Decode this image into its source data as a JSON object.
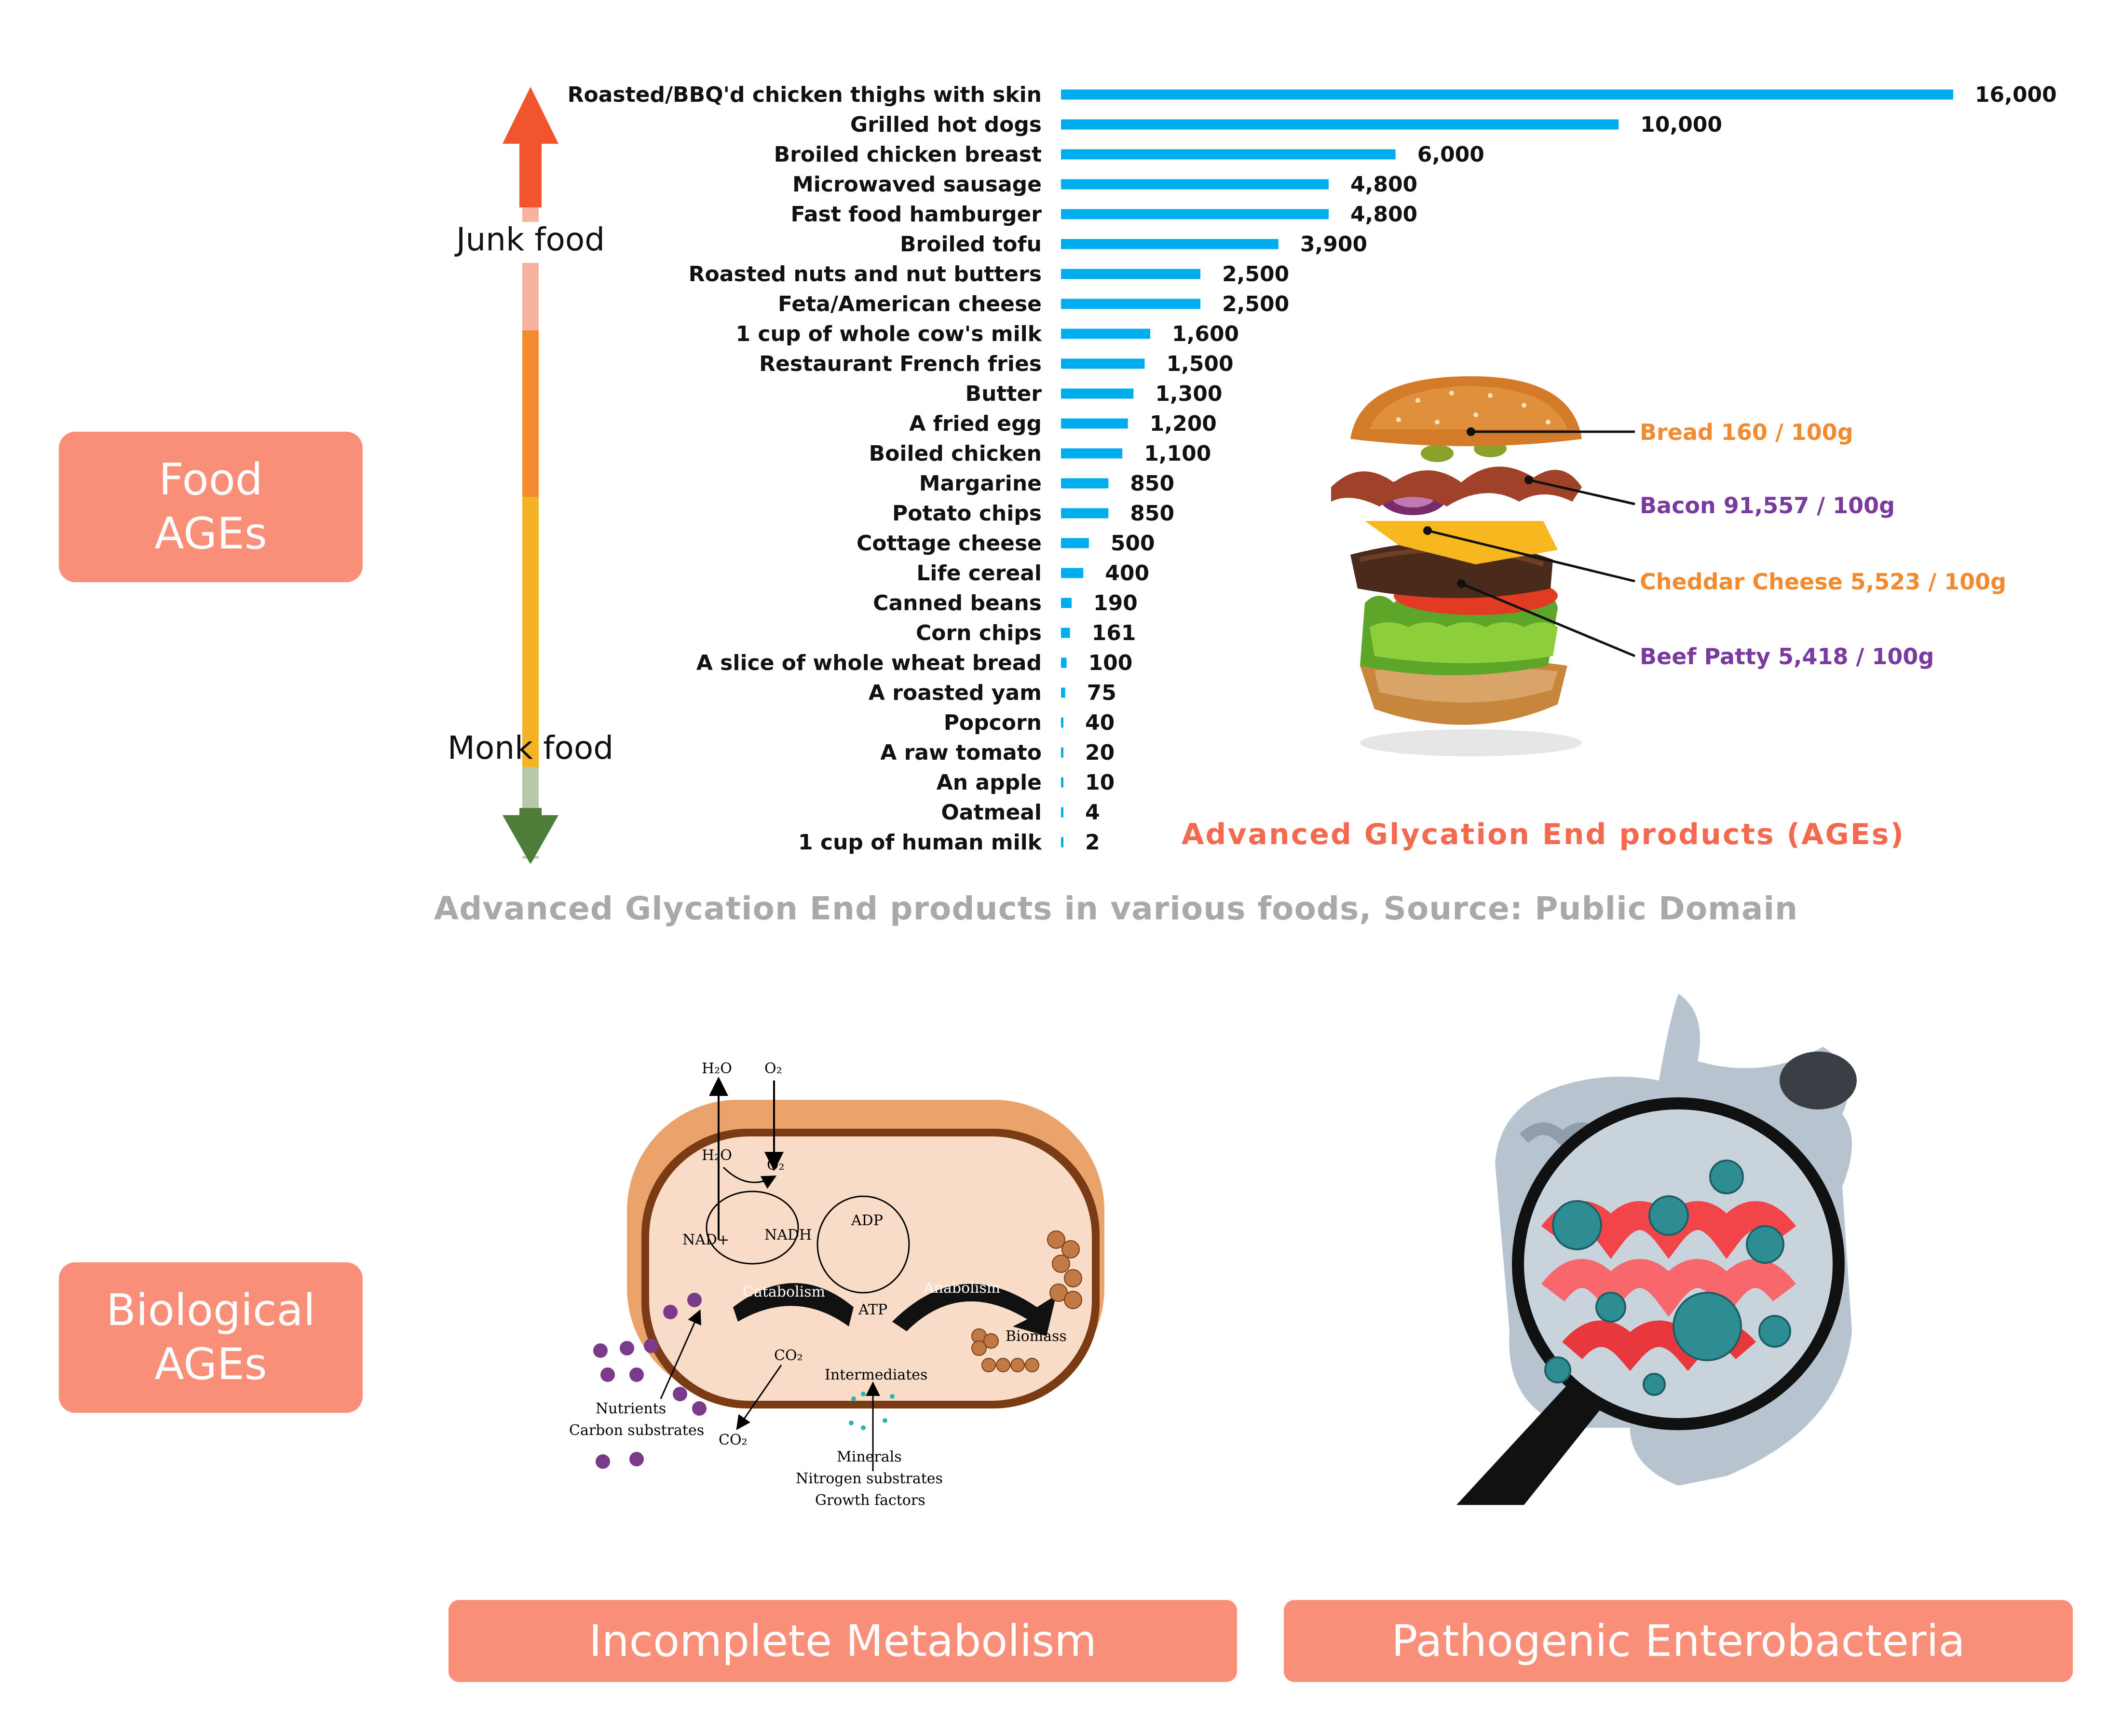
{
  "chart_data": {
    "type": "bar",
    "orientation": "horizontal",
    "title": "Advanced Glycation End products (AGEs)",
    "categories": [
      "Roasted/BBQ'd chicken thighs with skin",
      "Grilled hot dogs",
      "Broiled chicken breast",
      "Microwaved sausage",
      "Fast food hamburger",
      "Broiled tofu",
      "Roasted nuts and nut butters",
      "Feta/American cheese",
      "1 cup of whole cow's milk",
      "Restaurant French fries",
      "Butter",
      "A fried egg",
      "Boiled chicken",
      "Margarine",
      "Potato chips",
      "Cottage cheese",
      "Life cereal",
      "Canned beans",
      "Corn chips",
      "A slice of whole wheat bread",
      "A roasted yam",
      "Popcorn",
      "A raw tomato",
      "An apple",
      "Oatmeal",
      "1 cup of human milk"
    ],
    "values": [
      16000,
      10000,
      6000,
      4800,
      4800,
      3900,
      2500,
      2500,
      1600,
      1500,
      1300,
      1200,
      1100,
      850,
      850,
      500,
      400,
      190,
      161,
      100,
      75,
      40,
      20,
      10,
      4,
      2
    ],
    "value_labels": [
      "16,000",
      "10,000",
      "6,000",
      "4,800",
      "4,800",
      "3,900",
      "2,500",
      "2,500",
      "1,600",
      "1,500",
      "1,300",
      "1,200",
      "1,100",
      "850",
      "850",
      "500",
      "400",
      "190",
      "161",
      "100",
      "75",
      "40",
      "20",
      "10",
      "4",
      "2"
    ],
    "xlim": [
      0,
      16000
    ],
    "bar_color": "#00aeef",
    "grid": false,
    "legend": "none"
  },
  "side_labels": {
    "food": [
      "Food",
      "AGEs"
    ],
    "biological": [
      "Biological",
      "AGEs"
    ]
  },
  "scale": {
    "top_label": "Junk food",
    "bottom_label": "Monk food"
  },
  "burger_labels": [
    {
      "text": "Bread 160 / 100g",
      "color": "#f28a30"
    },
    {
      "text": "Bacon 91,557 / 100g",
      "color": "#7b3b9e"
    },
    {
      "text": "Cheddar Cheese 5,523 / 100g",
      "color": "#f28a30"
    },
    {
      "text": "Beef Patty 5,418 / 100g",
      "color": "#7b3b9e"
    }
  ],
  "source_caption": "Advanced Glycation End products in various foods, Source: Public Domain",
  "metabolism": {
    "h2o_out": "H₂O",
    "o2_in": "O₂",
    "h2o": "H₂O",
    "o2": "O₂",
    "nad": "NAD+",
    "nadh": "NADH",
    "adp": "ADP",
    "atp": "ATP",
    "catabolism": "Catabolism",
    "anabolism": "Anabolism",
    "biomass": "Biomass",
    "co2_inner": "CO₂",
    "co2_outer": "CO₂",
    "intermediates": "Intermediates",
    "nutrients": "Nutrients",
    "carbon": "Carbon substrates",
    "minerals": "Minerals",
    "nitrogen": "Nitrogen substrates",
    "growth": "Growth factors"
  },
  "bottom_labels": {
    "left": "Incomplete Metabolism",
    "right": "Pathogenic Enterobacteria"
  },
  "colors": {
    "accent_box": "#f98e79",
    "bar": "#00aeef",
    "scale_top": "#f0552d",
    "scale_bottom": "#4e7d3a"
  }
}
